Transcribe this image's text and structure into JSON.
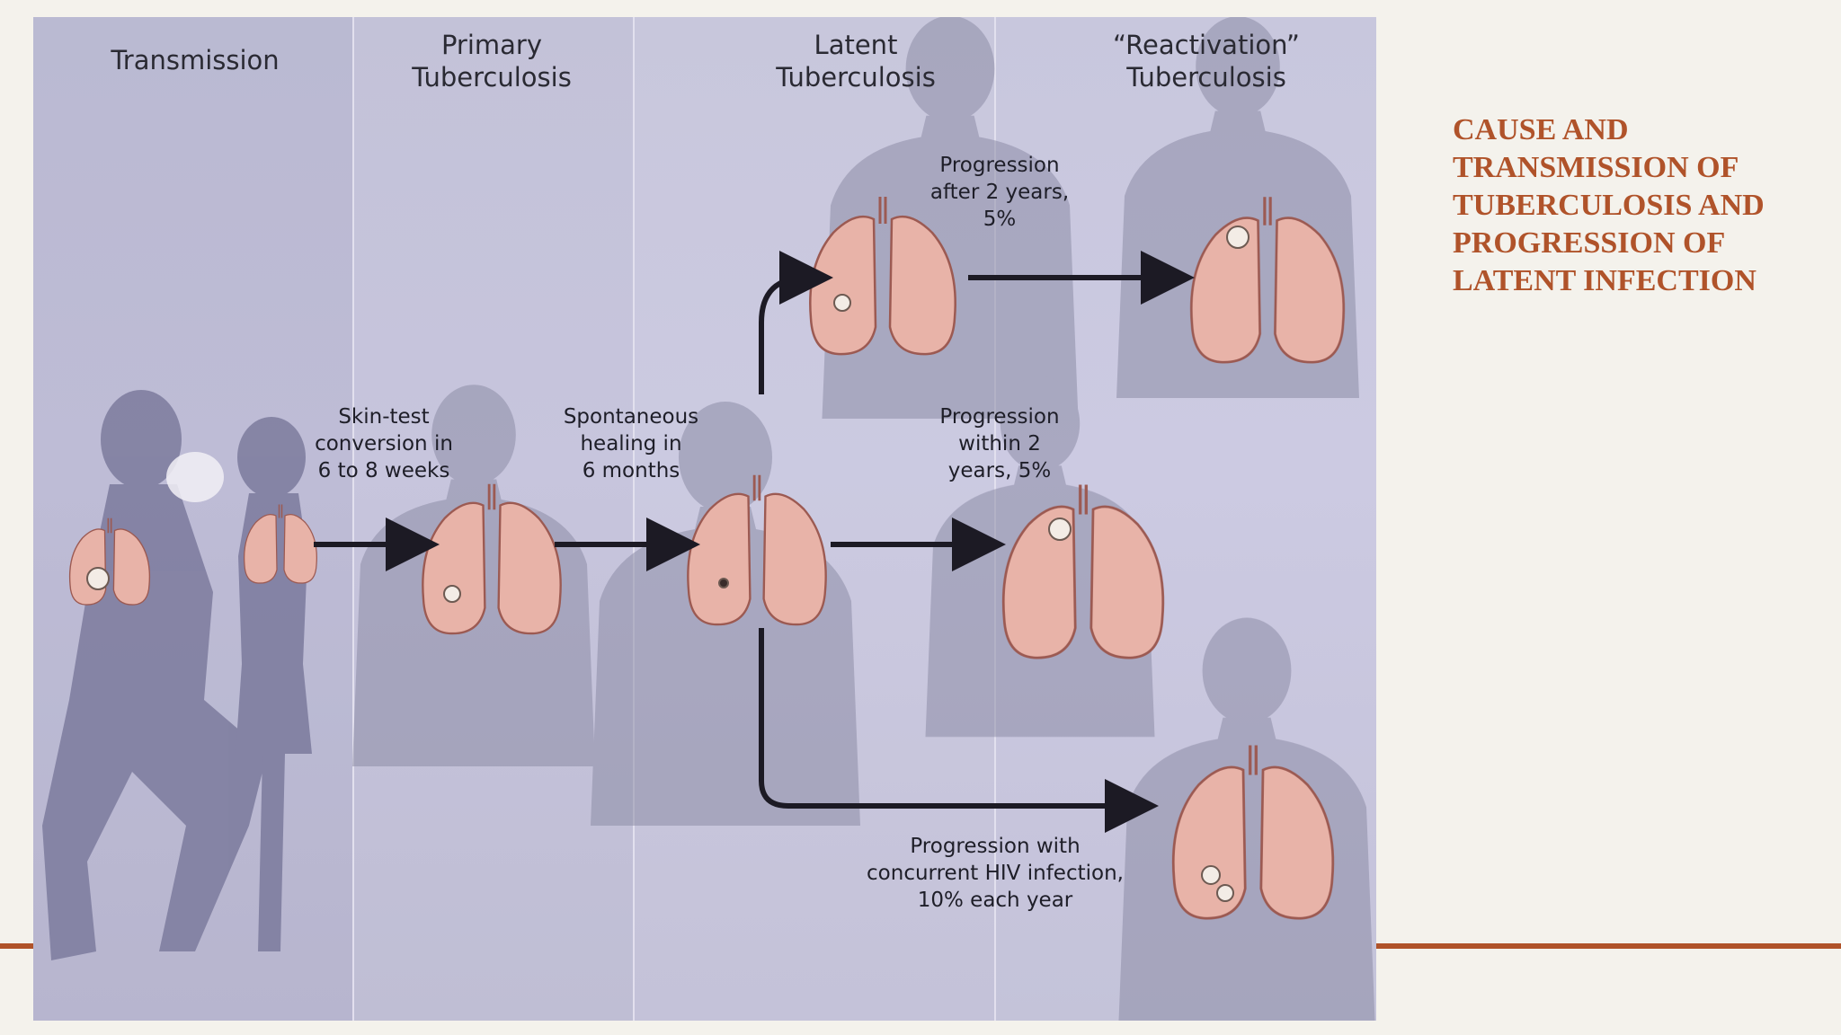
{
  "slide": {
    "title": "CAUSE AND TRANSMISSION OF TUBERCULOSIS AND PROGRESSION OF LATENT INFECTION",
    "accent_color": "#b0532a",
    "background_color": "#f4f2ec"
  },
  "figure": {
    "columns": [
      {
        "label": "Transmission"
      },
      {
        "label": "Primary\nTuberculosis"
      },
      {
        "label": "Latent\nTuberculosis"
      },
      {
        "label": "“Reactivation”\nTuberculosis"
      }
    ],
    "labels": {
      "skin_test": "Skin-test\nconversion in\n6 to 8 weeks",
      "healing": "Spontaneous\nhealing in\n6 months",
      "after_2_years": "Progression\nafter 2 years,\n5%",
      "within_2_years": "Progression\nwithin 2\nyears, 5%",
      "hiv": "Progression with\nconcurrent HIV infection,\n10% each year"
    },
    "colors": {
      "panel": "#cbc9df",
      "silhouette": "#8d8ca6",
      "lung": "#e8b3a8",
      "arrow": "#1c1a24"
    }
  }
}
